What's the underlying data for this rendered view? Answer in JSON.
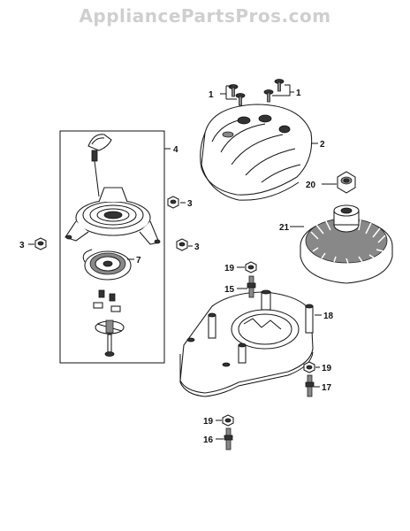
{
  "watermark": "AppliancePartsPros.com",
  "callouts": {
    "c1a": "1",
    "c1b": "1",
    "c2": "2",
    "c3a": "3",
    "c3b": "3",
    "c3c": "3",
    "c4": "4",
    "c7": "7",
    "c15": "15",
    "c16": "16",
    "c17": "17",
    "c18": "18",
    "c19a": "19",
    "c19b": "19",
    "c19c": "19",
    "c20": "20",
    "c21": "21"
  },
  "icons": {
    "screw": "screw-icon",
    "nut": "hex-nut-icon",
    "stud": "stud-bolt-icon"
  }
}
